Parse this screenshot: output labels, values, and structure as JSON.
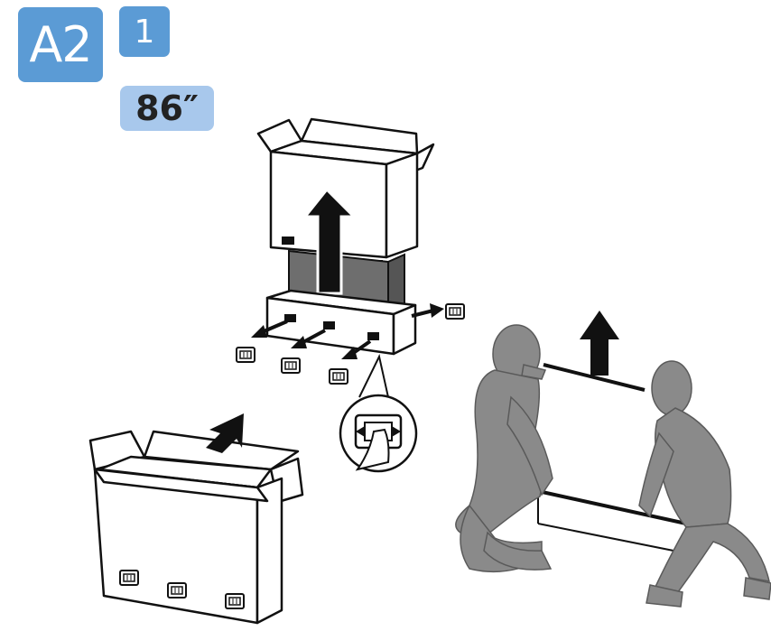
{
  "badges": {
    "step": "A2",
    "substep": "1",
    "size": "86″"
  },
  "colors": {
    "badge_blue": "#5b9bd5",
    "badge_light_blue": "#a8c8ec",
    "figure_gray": "#8a8a8a",
    "tv_gray": "#7a7a7a",
    "outline": "#111111"
  },
  "icons": [
    "box-handle-icon",
    "up-arrow-icon",
    "pull-arrow-icon",
    "squeeze-clip-icon",
    "person-icon"
  ]
}
